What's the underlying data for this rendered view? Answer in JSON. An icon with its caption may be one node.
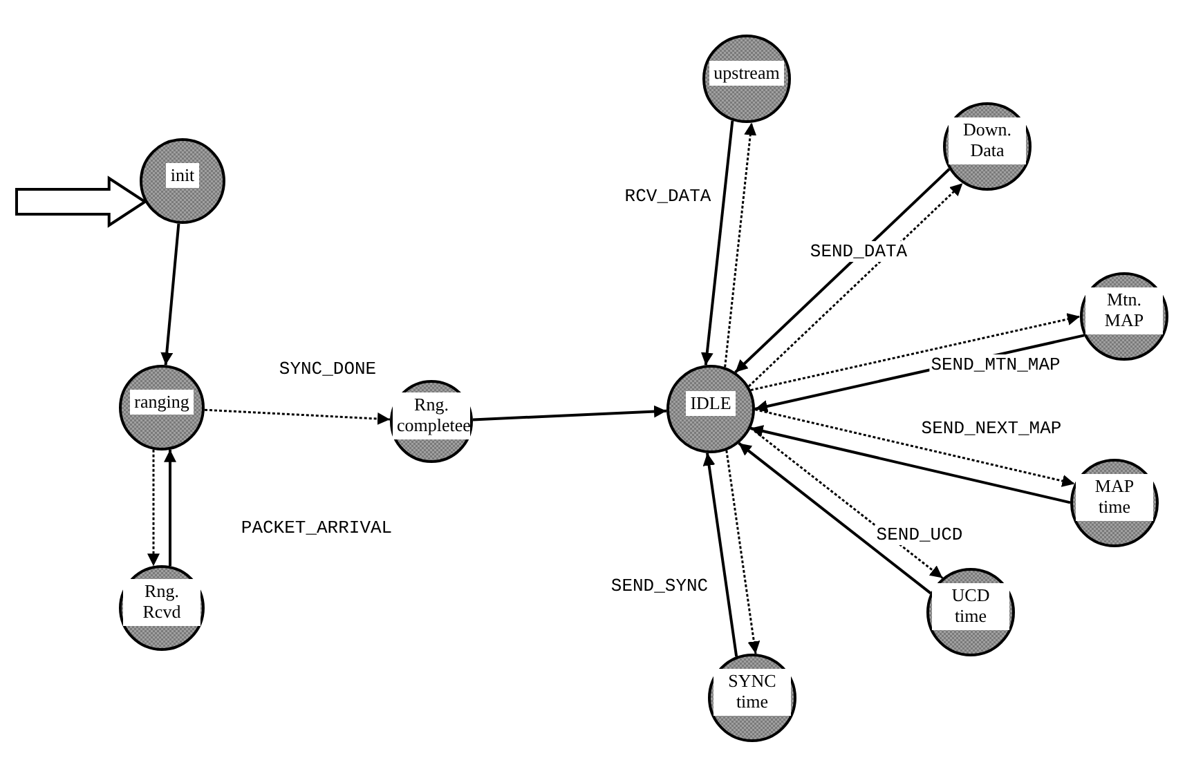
{
  "diagram": {
    "nodes": [
      {
        "text": [
          "init"
        ]
      },
      {
        "text": [
          "ranging"
        ]
      },
      {
        "text": [
          "Rng. completee"
        ]
      },
      {
        "text": [
          "Rng.  Rcvd"
        ]
      },
      {
        "text": [
          "IDLE"
        ]
      },
      {
        "text": [
          "upstream"
        ]
      },
      {
        "text": [
          "Down. Data"
        ]
      },
      {
        "text": [
          "Mtn. MAP"
        ]
      },
      {
        "text": [
          "MAP time"
        ]
      },
      {
        "text": [
          "UCD time"
        ]
      },
      {
        "text": [
          "SYNC time"
        ]
      }
    ],
    "edges": [
      {
        "from": null,
        "to": 0,
        "arrow": "to",
        "style": "thick"
      },
      {
        "from": 0,
        "to": 1,
        "arrow": "to"
      },
      {
        "from": 1,
        "to": 2,
        "arrow": "to",
        "label": "SYNC_DONE",
        "style": "dashed"
      },
      {
        "from": 1,
        "to": 3,
        "arrow": "to",
        "style": "dashed"
      },
      {
        "from": 3,
        "to": 1,
        "arrow": "to",
        "label": "PACKET_ARRIVAL"
      },
      {
        "from": 2,
        "to": 4,
        "arrow": "to"
      },
      {
        "from": 5,
        "to": 4,
        "arrow": "to",
        "label": "RCV_DATA"
      },
      {
        "from": 4,
        "to": 5,
        "arrow": "to",
        "style": "dashed"
      },
      {
        "from": 6,
        "to": 4,
        "arrow": "to",
        "label": "SEND_DATA"
      },
      {
        "from": 4,
        "to": 6,
        "arrow": "to",
        "style": "dashed"
      },
      {
        "from": 4,
        "to": 7,
        "arrow": "to",
        "style": "dashed"
      },
      {
        "from": 7,
        "to": 4,
        "arrow": "to",
        "label": "SEND_MTN_MAP"
      },
      {
        "from": 4,
        "to": 8,
        "arrow": "to",
        "label": "SEND_NEXT_MAP",
        "style": "dashed"
      },
      {
        "from": 8,
        "to": 4,
        "arrow": "to"
      },
      {
        "from": 4,
        "to": 9,
        "arrow": "to",
        "label": "SEND_UCD",
        "style": "dashed"
      },
      {
        "from": 9,
        "to": 4,
        "arrow": "to"
      },
      {
        "from": 4,
        "to": 10,
        "arrow": "to",
        "style": "dashed"
      },
      {
        "from": 10,
        "to": 4,
        "arrow": "to",
        "label": "SEND_SYNC"
      }
    ]
  }
}
